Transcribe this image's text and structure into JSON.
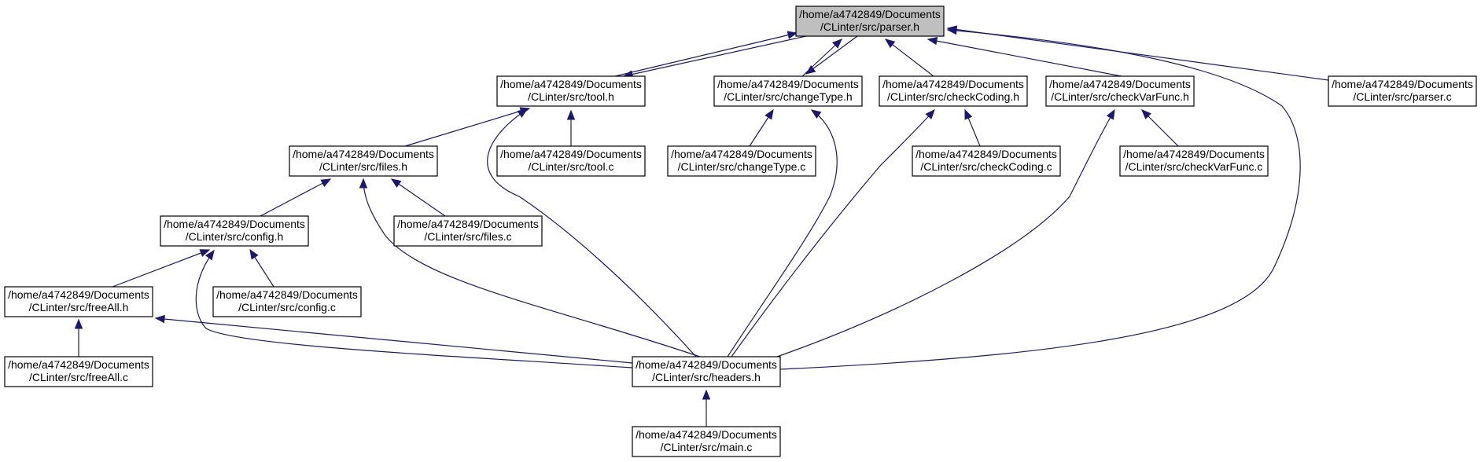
{
  "diagram": {
    "type": "include-dependency-graph",
    "colors": {
      "edge": "#191970",
      "root_fill": "#bfbfbf",
      "node_fill": "#ffffff",
      "node_border": "#000000"
    },
    "nodes": [
      {
        "id": "parser_h",
        "line1": "/home/a4742849/Documents",
        "line2": "/CLinter/src/parser.h",
        "root": true
      },
      {
        "id": "tool_h",
        "line1": "/home/a4742849/Documents",
        "line2": "/CLinter/src/tool.h"
      },
      {
        "id": "changeType_h",
        "line1": "/home/a4742849/Documents",
        "line2": "/CLinter/src/changeType.h"
      },
      {
        "id": "checkCoding_h",
        "line1": "/home/a4742849/Documents",
        "line2": "/CLinter/src/checkCoding.h"
      },
      {
        "id": "checkVarFunc_h",
        "line1": "/home/a4742849/Documents",
        "line2": "/CLinter/src/checkVarFunc.h"
      },
      {
        "id": "parser_c",
        "line1": "/home/a4742849/Documents",
        "line2": "/CLinter/src/parser.c"
      },
      {
        "id": "files_h",
        "line1": "/home/a4742849/Documents",
        "line2": "/CLinter/src/files.h"
      },
      {
        "id": "tool_c",
        "line1": "/home/a4742849/Documents",
        "line2": "/CLinter/src/tool.c"
      },
      {
        "id": "changeType_c",
        "line1": "/home/a4742849/Documents",
        "line2": "/CLinter/src/changeType.c"
      },
      {
        "id": "checkCoding_c",
        "line1": "/home/a4742849/Documents",
        "line2": "/CLinter/src/checkCoding.c"
      },
      {
        "id": "checkVarFunc_c",
        "line1": "/home/a4742849/Documents",
        "line2": "/CLinter/src/checkVarFunc.c"
      },
      {
        "id": "config_h",
        "line1": "/home/a4742849/Documents",
        "line2": "/CLinter/src/config.h"
      },
      {
        "id": "files_c",
        "line1": "/home/a4742849/Documents",
        "line2": "/CLinter/src/files.c"
      },
      {
        "id": "freeAll_h",
        "line1": "/home/a4742849/Documents",
        "line2": "/CLinter/src/freeAll.h"
      },
      {
        "id": "config_c",
        "line1": "/home/a4742849/Documents",
        "line2": "/CLinter/src/config.c"
      },
      {
        "id": "freeAll_c",
        "line1": "/home/a4742849/Documents",
        "line2": "/CLinter/src/freeAll.c"
      },
      {
        "id": "headers_h",
        "line1": "/home/a4742849/Documents",
        "line2": "/CLinter/src/headers.h"
      },
      {
        "id": "main_c",
        "line1": "/home/a4742849/Documents",
        "line2": "/CLinter/src/main.c"
      }
    ],
    "edges": [
      {
        "from": "tool_h",
        "to": "parser_h"
      },
      {
        "from": "changeType_h",
        "to": "parser_h"
      },
      {
        "from": "checkCoding_h",
        "to": "parser_h"
      },
      {
        "from": "checkVarFunc_h",
        "to": "parser_h"
      },
      {
        "from": "parser_c",
        "to": "parser_h"
      },
      {
        "from": "headers_h",
        "to": "parser_h"
      },
      {
        "from": "parser_h",
        "to": "tool_h"
      },
      {
        "from": "parser_h",
        "to": "changeType_h"
      },
      {
        "from": "files_h",
        "to": "tool_h"
      },
      {
        "from": "tool_c",
        "to": "tool_h"
      },
      {
        "from": "headers_h",
        "to": "tool_h"
      },
      {
        "from": "changeType_c",
        "to": "changeType_h"
      },
      {
        "from": "headers_h",
        "to": "changeType_h"
      },
      {
        "from": "checkCoding_c",
        "to": "checkCoding_h"
      },
      {
        "from": "headers_h",
        "to": "checkCoding_h"
      },
      {
        "from": "checkVarFunc_c",
        "to": "checkVarFunc_h"
      },
      {
        "from": "headers_h",
        "to": "checkVarFunc_h"
      },
      {
        "from": "config_h",
        "to": "files_h"
      },
      {
        "from": "files_c",
        "to": "files_h"
      },
      {
        "from": "headers_h",
        "to": "files_h"
      },
      {
        "from": "freeAll_h",
        "to": "config_h"
      },
      {
        "from": "config_c",
        "to": "config_h"
      },
      {
        "from": "headers_h",
        "to": "config_h"
      },
      {
        "from": "freeAll_c",
        "to": "freeAll_h"
      },
      {
        "from": "headers_h",
        "to": "freeAll_h"
      },
      {
        "from": "main_c",
        "to": "headers_h"
      }
    ]
  }
}
